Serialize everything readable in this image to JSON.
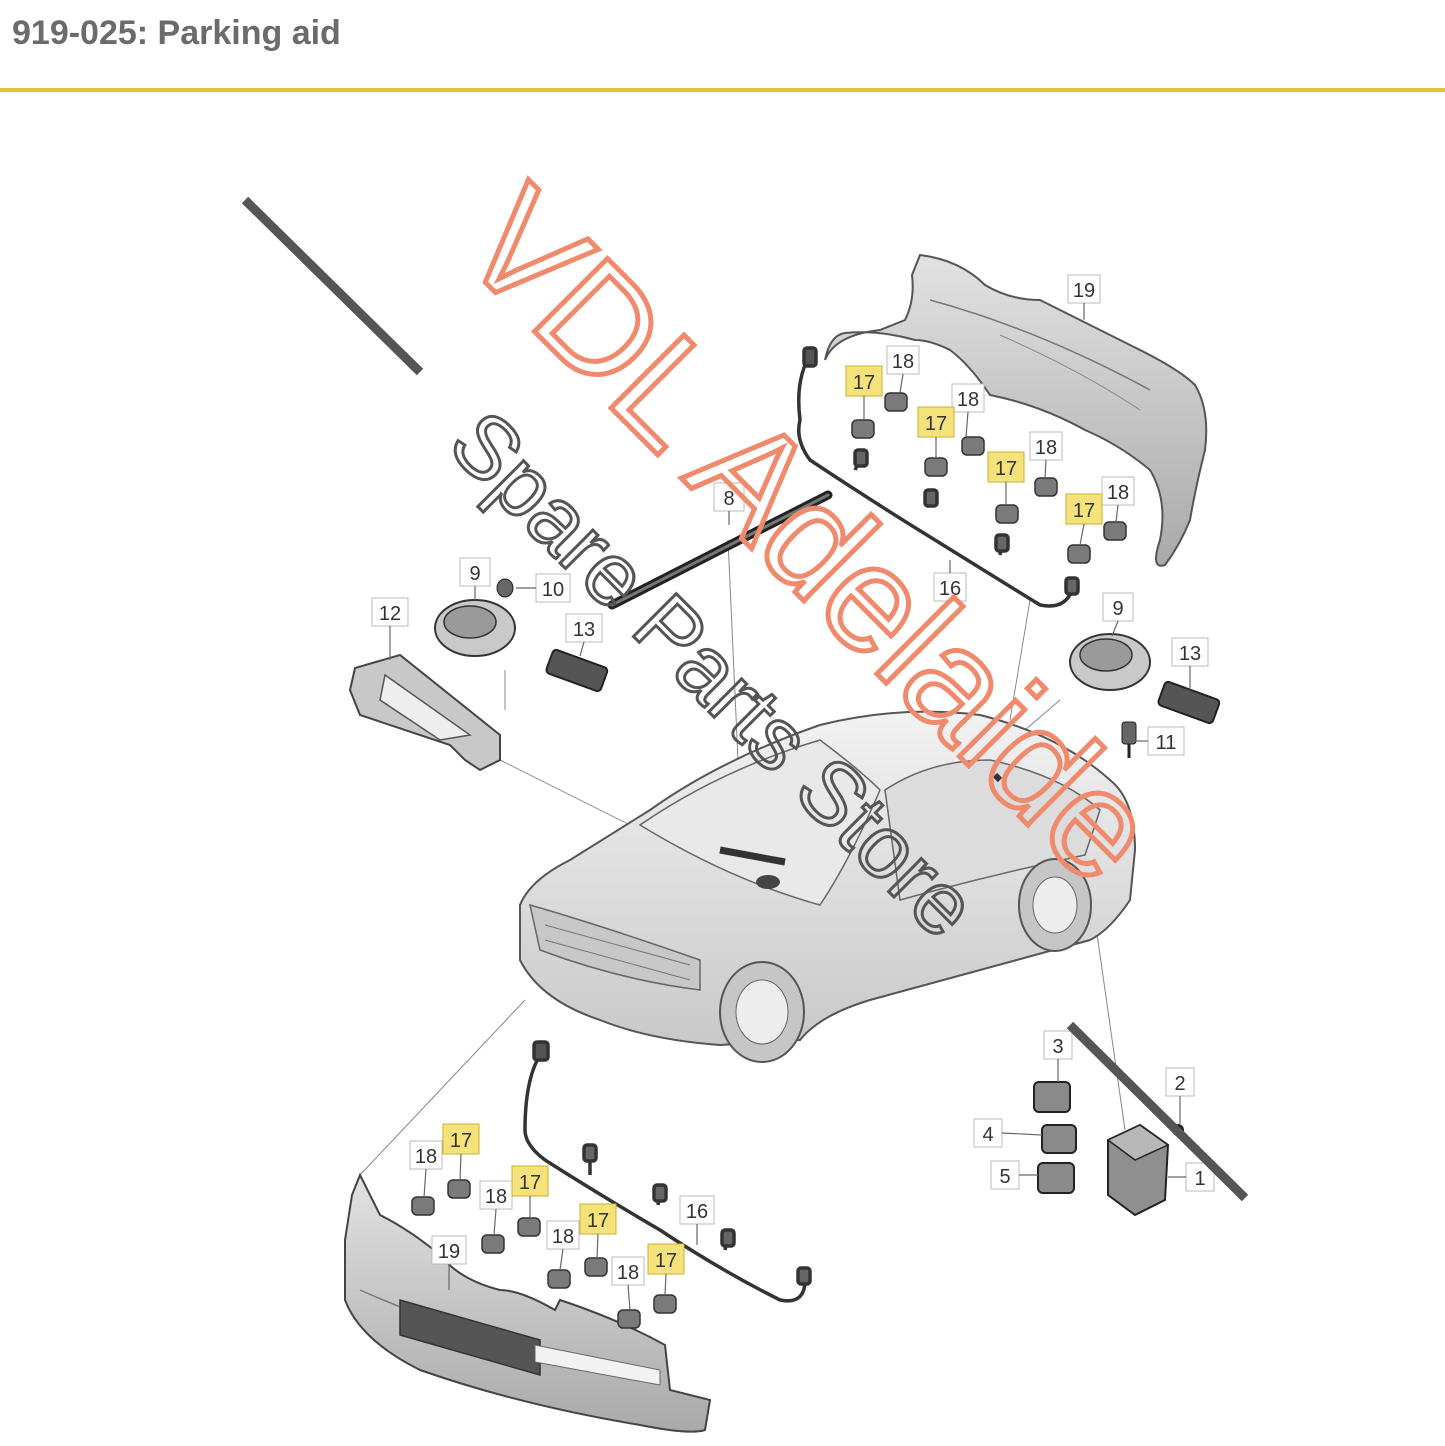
{
  "header": {
    "title": "919-025: Parking aid",
    "rule_color": "#e2c235"
  },
  "colors": {
    "highlight": "#f6e27a",
    "watermark_red": "#f08a6c",
    "watermark_gray": "#555555",
    "part_fill": "#d2d2d2"
  },
  "watermark": {
    "line1": "VDL Adelaide",
    "line2": "Spare Parts Store"
  },
  "callouts": {
    "c1": "1",
    "c2": "2",
    "c3": "3",
    "c4": "4",
    "c5": "5",
    "c8": "8",
    "c9a": "9",
    "c9b": "9",
    "c10": "10",
    "c11": "11",
    "c12": "12",
    "c13a": "13",
    "c13b": "13",
    "c16a": "16",
    "c16b": "16",
    "c17a": "17",
    "c17b": "17",
    "c17c": "17",
    "c17d": "17",
    "c17e": "17",
    "c17f": "17",
    "c17g": "17",
    "c17h": "17",
    "c18a": "18",
    "c18b": "18",
    "c18c": "18",
    "c18d": "18",
    "c18e": "18",
    "c18f": "18",
    "c18g": "18",
    "c18h": "18",
    "c19a": "19",
    "c19b": "19"
  }
}
